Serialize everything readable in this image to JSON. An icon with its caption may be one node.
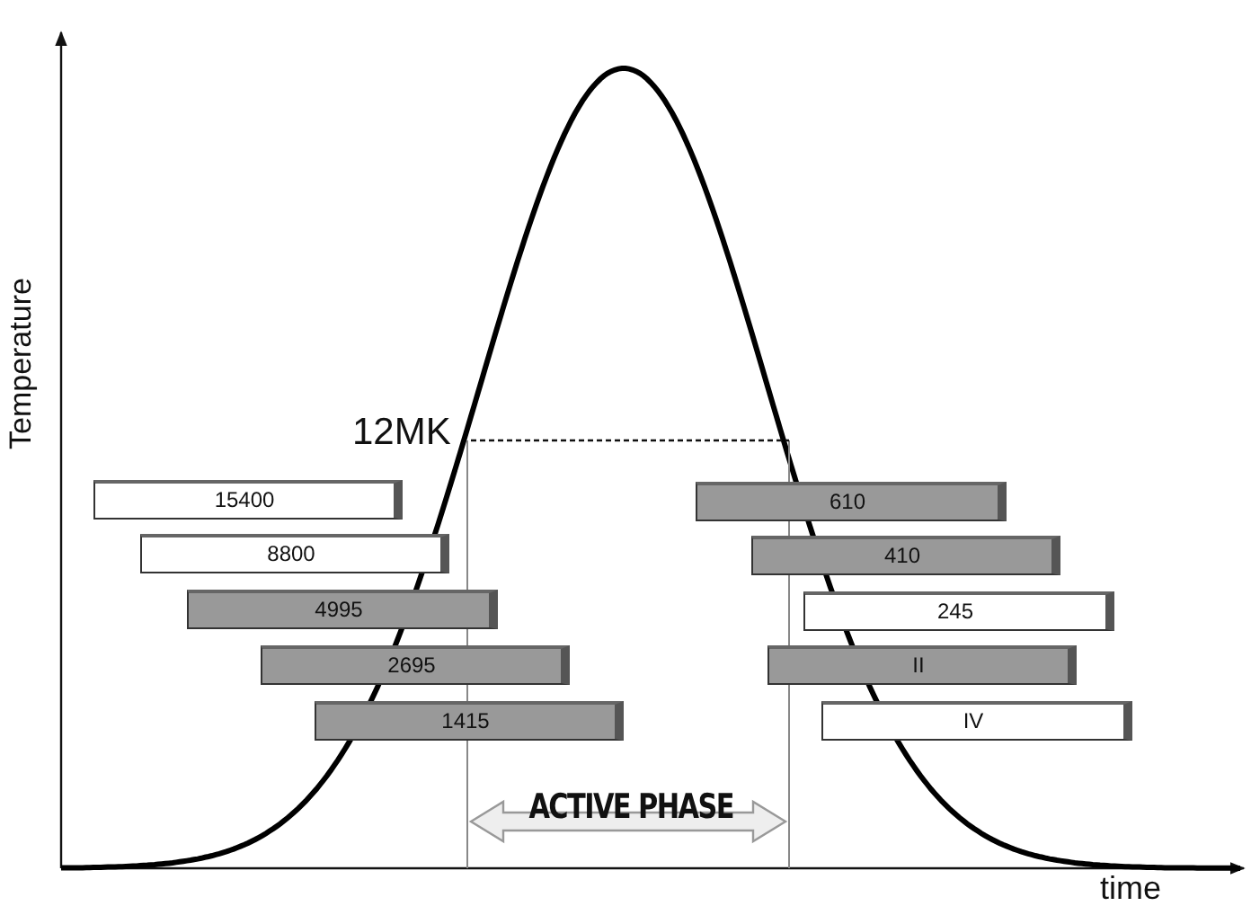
{
  "diagram": {
    "nodes": [
      {
        "text": [
          "15400"
        ]
      },
      {
        "text": [
          "8800"
        ]
      },
      {
        "text": [
          "4995"
        ]
      },
      {
        "text": [
          "2695"
        ]
      },
      {
        "text": [
          "1415"
        ]
      },
      {
        "text": [
          "610"
        ]
      },
      {
        "text": [
          "410"
        ]
      },
      {
        "text": [
          "245"
        ]
      },
      {
        "text": [
          "II"
        ]
      },
      {
        "text": [
          "IV"
        ]
      }
    ],
    "edges": [],
    "labels": [
      "Temperature",
      "12MK",
      "ACTIVE PHASE",
      "time"
    ]
  }
}
